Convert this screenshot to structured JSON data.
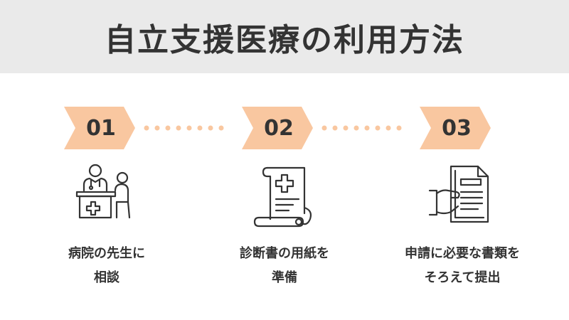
{
  "title": "自立支援医療の利用方法",
  "colors": {
    "header_bg": "#eaeaea",
    "badge": "#f9c7a0",
    "dots": "#f9c7a0",
    "text": "#333333"
  },
  "steps": [
    {
      "number": "01",
      "icon": "doctor-consultation-icon",
      "label_line1": "病院の先生に",
      "label_line2": "相談"
    },
    {
      "number": "02",
      "icon": "medical-certificate-icon",
      "label_line1": "診断書の用紙を",
      "label_line2": "準備"
    },
    {
      "number": "03",
      "icon": "documents-hand-icon",
      "label_line1": "申請に必要な書類を",
      "label_line2": "そろえて提出"
    }
  ]
}
